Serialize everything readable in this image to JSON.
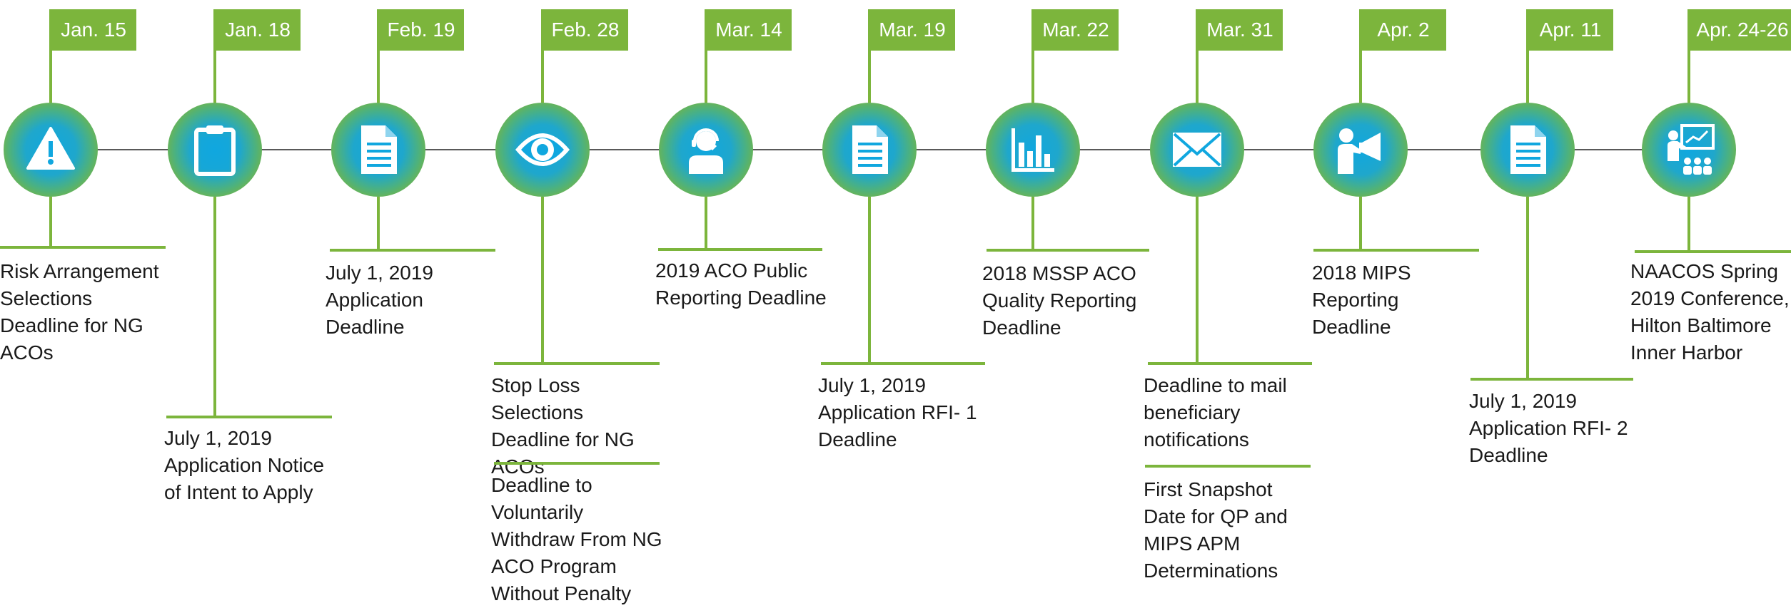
{
  "events": [
    {
      "date": "Jan. 15",
      "icon": "warning-icon",
      "labels": [
        "Risk Arrangement\nSelections\nDeadline for NG\nACOs"
      ]
    },
    {
      "date": "Jan. 18",
      "icon": "clipboard-icon",
      "labels": [
        "July 1, 2019\nApplication Notice\nof Intent to Apply"
      ]
    },
    {
      "date": "Feb. 19",
      "icon": "document-icon",
      "labels": [
        "July 1, 2019\nApplication\nDeadline"
      ]
    },
    {
      "date": "Feb. 28",
      "icon": "eye-icon",
      "labels": [
        "Stop Loss Selections\nDeadline for NG\nACOs",
        "Deadline to\nVoluntarily\nWithdraw From NG\nACO Program\nWithout Penalty"
      ]
    },
    {
      "date": "Mar. 14",
      "icon": "headset-person-icon",
      "labels": [
        "2019 ACO Public\nReporting Deadline"
      ]
    },
    {
      "date": "Mar. 19",
      "icon": "document-icon",
      "labels": [
        "July 1, 2019\nApplication RFI- 1\nDeadline"
      ]
    },
    {
      "date": "Mar. 22",
      "icon": "bar-chart-icon",
      "labels": [
        "2018 MSSP ACO\nQuality Reporting\nDeadline"
      ]
    },
    {
      "date": "Mar. 31",
      "icon": "envelope-icon",
      "labels": [
        "Deadline to mail\nbeneficiary\nnotifications",
        "First Snapshot\nDate for QP and\nMIPS APM\nDeterminations"
      ]
    },
    {
      "date": "Apr. 2",
      "icon": "megaphone-person-icon",
      "labels": [
        "2018 MIPS\nReporting\nDeadline"
      ]
    },
    {
      "date": "Apr. 11",
      "icon": "document-icon",
      "labels": [
        "July 1, 2019\nApplication RFI- 2\nDeadline"
      ]
    },
    {
      "date": "Apr. 24-26",
      "icon": "presentation-icon",
      "labels": [
        "NAACOS Spring\n2019 Conference,\nHilton Baltimore\nInner Harbor"
      ]
    }
  ],
  "colors": {
    "accent": "#7cb53c",
    "icon_fill": "#10a7df",
    "line": "#595959"
  }
}
